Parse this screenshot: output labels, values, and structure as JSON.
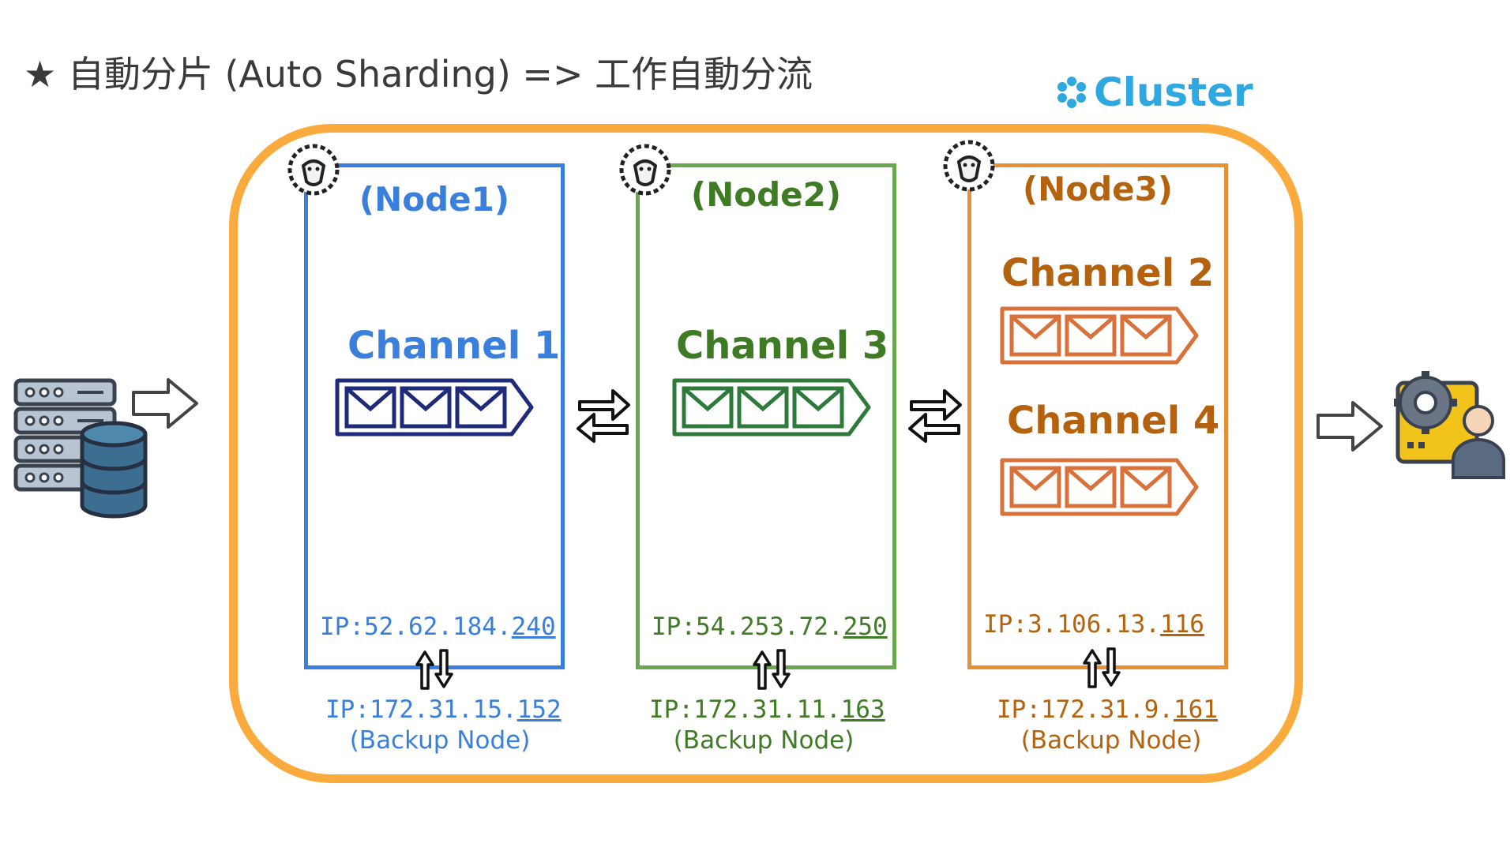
{
  "title": "★  自動分片 (Auto Sharding)  => 工作自動分流",
  "cluster": {
    "label": "Cluster"
  },
  "nodes": [
    {
      "name": "(Node1)",
      "color": "#3a7fdc",
      "channels": [
        "Channel 1"
      ],
      "ip_prefix": "IP:52.62.184.",
      "ip_suffix": "240",
      "backup_ip_prefix": "IP:172.31.15.",
      "backup_ip_suffix": "152",
      "backup_label": "(Backup Node)"
    },
    {
      "name": "(Node2)",
      "color": "#3f7a25",
      "channels": [
        "Channel 3"
      ],
      "ip_prefix": "IP:54.253.72.",
      "ip_suffix": "250",
      "backup_ip_prefix": "IP:172.31.11.",
      "backup_ip_suffix": "163",
      "backup_label": "(Backup Node)"
    },
    {
      "name": "(Node3)",
      "color": "#b5620e",
      "channels": [
        "Channel 2",
        "Channel 4"
      ],
      "ip_prefix": "IP:3.106.13.",
      "ip_suffix": "116",
      "backup_ip_prefix": "IP:172.31.9.",
      "backup_ip_suffix": "161",
      "backup_label": "(Backup Node)"
    }
  ],
  "icons": {
    "source": "server-database-icon",
    "consumer": "worker-gear-icon",
    "node_badge": "lion-icon",
    "cluster": "cluster-flower-icon"
  }
}
